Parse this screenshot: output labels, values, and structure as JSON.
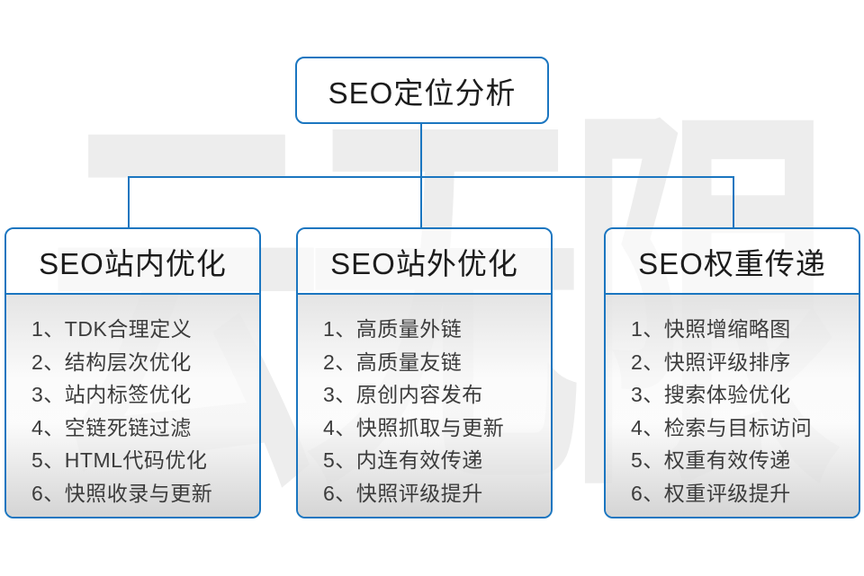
{
  "diagram": {
    "root": {
      "label": "SEO定位分析"
    },
    "watermark": "云无限",
    "colors": {
      "line": "#1b76c0",
      "header_text": "#1c1c1c",
      "item_text": "#3c3c3c",
      "watermark": "#ededed"
    },
    "columns": [
      {
        "title": "SEO站内优化",
        "items": [
          "1、TDK合理定义",
          "2、结构层次优化",
          "3、站内标签优化",
          "4、空链死链过滤",
          "5、HTML代码优化",
          "6、快照收录与更新"
        ]
      },
      {
        "title": "SEO站外优化",
        "items": [
          "1、高质量外链",
          "2、高质量友链",
          "3、原创内容发布",
          "4、快照抓取与更新",
          "5、内连有效传递",
          "6、快照评级提升"
        ]
      },
      {
        "title": "SEO权重传递",
        "items": [
          "1、快照增缩略图",
          "2、快照评级排序",
          "3、搜索体验优化",
          "4、检索与目标访问",
          "5、权重有效传递",
          "6、权重评级提升"
        ]
      }
    ]
  }
}
